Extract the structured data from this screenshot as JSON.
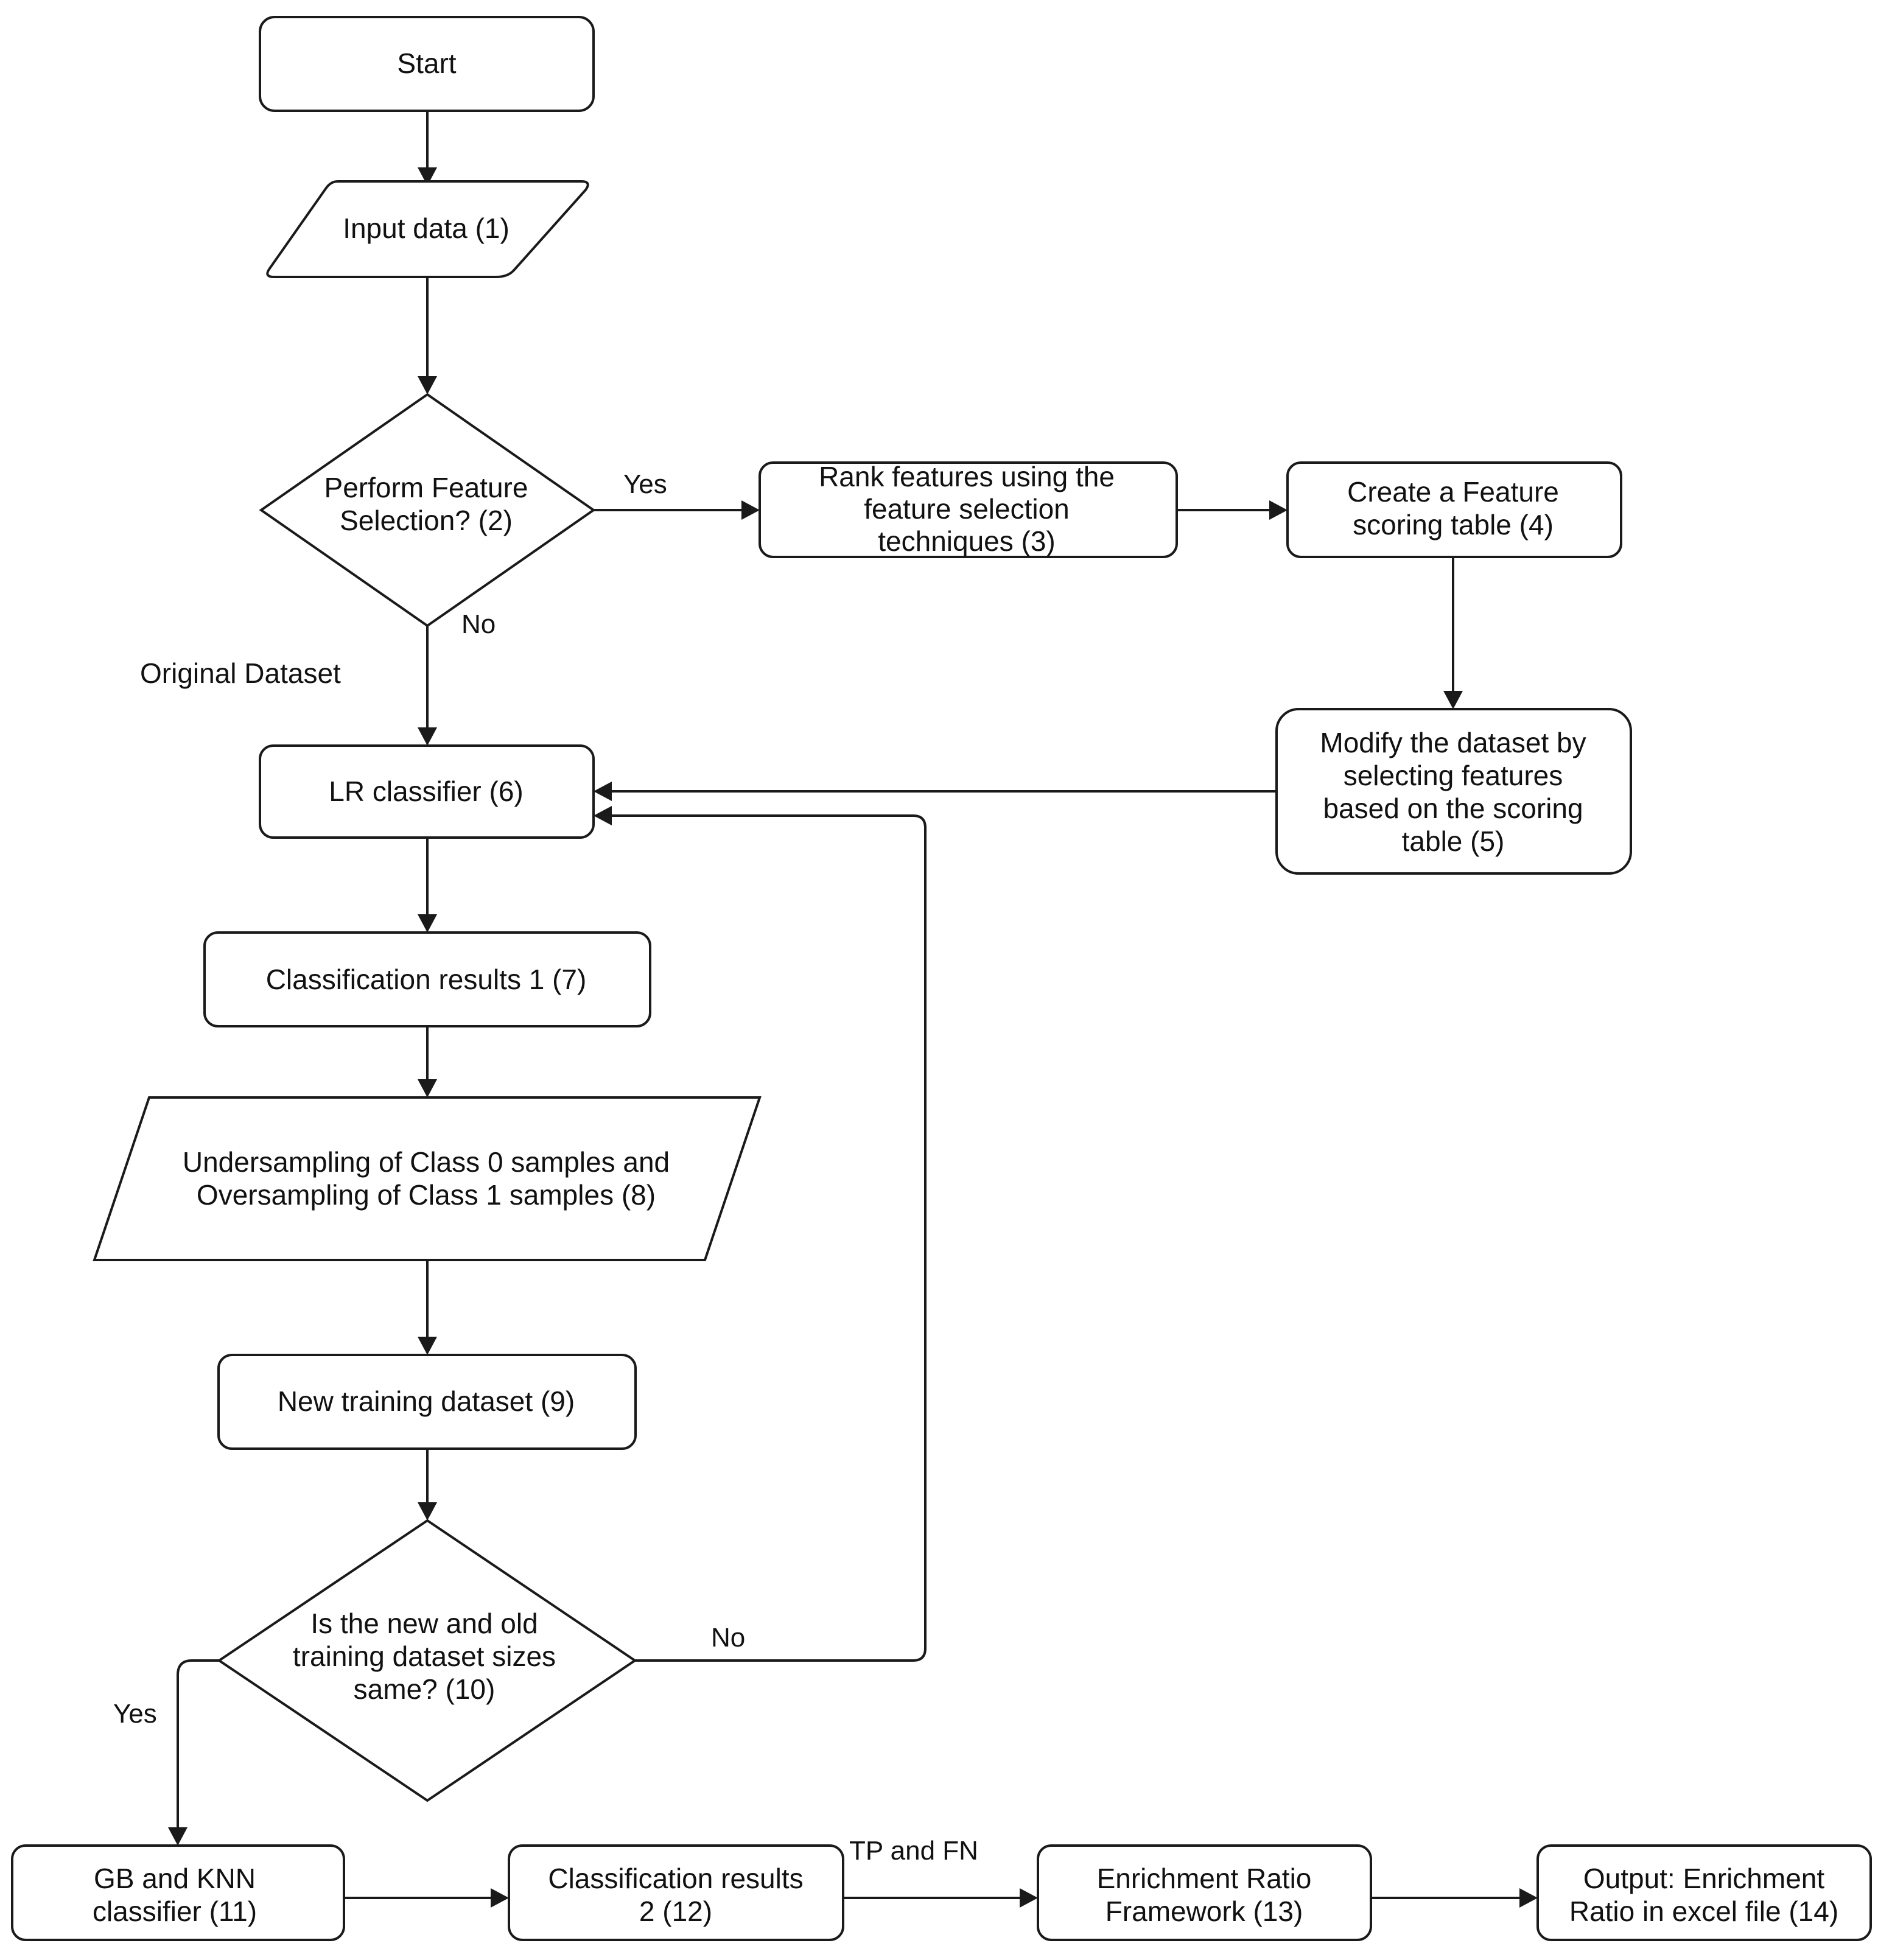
{
  "nodes": {
    "start": {
      "lines": [
        "Start"
      ]
    },
    "input": {
      "lines": [
        "Input data (1)"
      ]
    },
    "decision_fs": {
      "lines": [
        "Perform Feature",
        "Selection? (2)"
      ]
    },
    "rank": {
      "lines": [
        "Rank features using the",
        "feature selection",
        "techniques (3)"
      ]
    },
    "scoring": {
      "lines": [
        "Create a Feature",
        "scoring table (4)"
      ]
    },
    "modify": {
      "lines": [
        "Modify the dataset by",
        "selecting features",
        "based on the scoring",
        "table (5)"
      ]
    },
    "lr": {
      "lines": [
        "LR classifier (6)"
      ]
    },
    "results1": {
      "lines": [
        "Classification results 1 (7)"
      ]
    },
    "sampling": {
      "lines": [
        "Undersampling of Class 0 samples and",
        "Oversampling of Class 1 samples (8)"
      ]
    },
    "newtrain": {
      "lines": [
        "New training dataset (9)"
      ]
    },
    "decision_size": {
      "lines": [
        "Is the new and old",
        "training dataset sizes",
        "same? (10)"
      ]
    },
    "gbknn": {
      "lines": [
        "GB and KNN",
        "classifier (11)"
      ]
    },
    "results2": {
      "lines": [
        "Classification results",
        "2 (12)"
      ]
    },
    "enrichment": {
      "lines": [
        "Enrichment Ratio",
        "Framework (13)"
      ]
    },
    "output": {
      "lines": [
        "Output: Enrichment",
        "Ratio in excel file (14)"
      ]
    }
  },
  "edge_labels": {
    "fs_yes": "Yes",
    "fs_no": "No",
    "size_no": "No",
    "size_yes": "Yes",
    "tp_fn": "TP and FN"
  },
  "annotations": {
    "original_dataset": "Original Dataset"
  }
}
